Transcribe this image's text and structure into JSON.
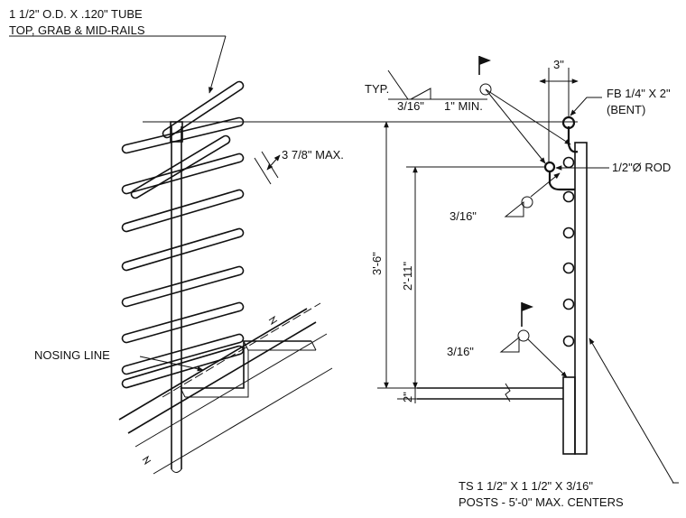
{
  "labels": {
    "tube_line1": "1 1/2\" O.D. X .120\" TUBE",
    "tube_line2": "TOP, GRAB & MID-RAILS",
    "spacing_max": "3 7/8\" MAX.",
    "nosing_line": "NOSING LINE",
    "typ": "TYP.",
    "weld_316_a": "3/16\"",
    "weld_1min": "1\" MIN.",
    "dim_3": "3\"",
    "fb_line1": "FB 1/4\" X 2\"",
    "fb_line2": "(BENT)",
    "rod": "1/2\"Ø ROD",
    "weld_316_b": "3/16\"",
    "weld_316_c": "3/16\"",
    "dim_36": "3'-6\"",
    "dim_211": "2'-11\"",
    "dim_2": "2\"",
    "post_line1": "TS 1 1/2\" X 1 1/2\" X 3/16\"",
    "post_line2": "POSTS - 5'-0\" MAX. CENTERS"
  },
  "colors": {
    "ink": "#111111",
    "paper": "#ffffff"
  }
}
